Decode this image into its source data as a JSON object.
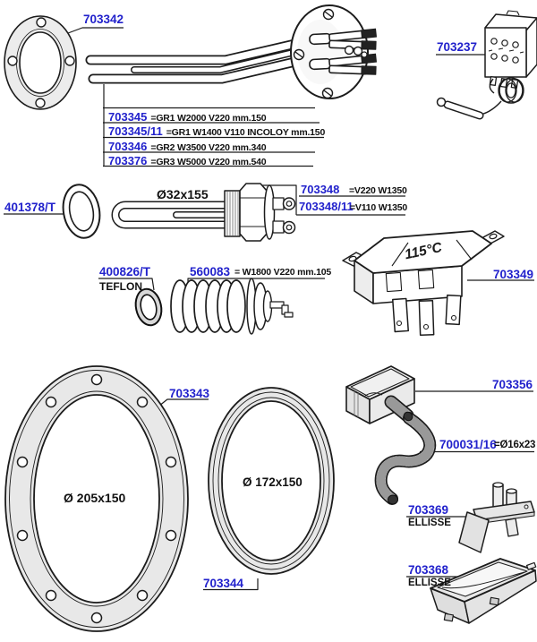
{
  "doc": {
    "accent_color": "#2222cc",
    "line_color": "#1c1c1c",
    "part_fill": "#e8e8e8"
  },
  "parts": {
    "flange_gasket": {
      "part": "703342"
    },
    "heater_table": {
      "rows": [
        {
          "part": "703345",
          "spec": "=GR1 W2000 V220 mm.150"
        },
        {
          "part": "703345/11",
          "spec": "=GR1 W1400 V110 INCOLOY mm.150"
        },
        {
          "part": "703346",
          "spec": "=GR2 W3500 V220 mm.340"
        },
        {
          "part": "703376",
          "spec": "=GR3 W5000 V220 mm.540"
        }
      ]
    },
    "thermostat_capillary": {
      "part": "703237"
    },
    "oring": {
      "part": "401378/T"
    },
    "boiler_element": {
      "dim": "Ø32x155",
      "variants": [
        {
          "part": "703348",
          "spec": "=V220 W1350"
        },
        {
          "part": "703348/11",
          "spec": "=V110 W1350"
        }
      ]
    },
    "teflon_ring": {
      "part": "400826/T",
      "material": "TEFLON"
    },
    "coil_element": {
      "part": "560083",
      "spec": "= W1800 V220 mm.105"
    },
    "thermostat_contact": {
      "part": "703349",
      "temp": "115°C"
    },
    "gasket_large": {
      "part": "703343",
      "dim": "Ø 205x150"
    },
    "gasket_oval": {
      "part": "703344",
      "dim": "Ø 172x150"
    },
    "drain_box": {
      "part": "703356"
    },
    "drain_hose": {
      "part": "700031/16",
      "spec": "=Ø16x23"
    },
    "bracket": {
      "part": "703369",
      "variant": "ELLISSE"
    },
    "tray": {
      "part": "703368",
      "variant": "ELLISSE"
    }
  }
}
